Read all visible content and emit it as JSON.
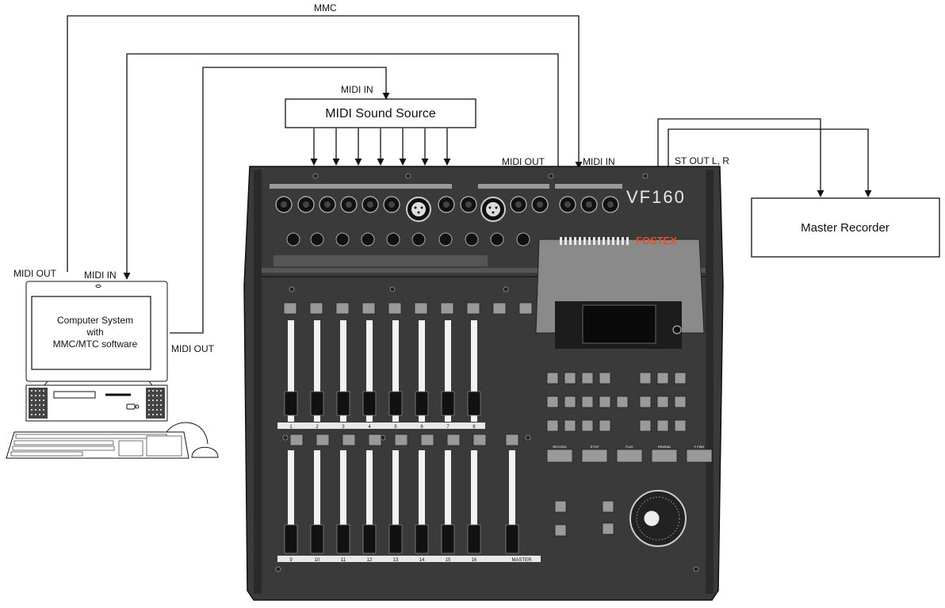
{
  "diagram": {
    "title_label": "MMC",
    "sound_source": {
      "label": "MIDI Sound Source",
      "midi_in_label": "MIDI IN"
    },
    "master_recorder": {
      "label": "Master Recorder",
      "input_label": "ST OUT L, R"
    },
    "computer": {
      "line1": "Computer System",
      "line2": "with",
      "line3": "MMC/MTC software",
      "midi_out_top_label": "MIDI OUT",
      "midi_in_label": "MIDI IN",
      "midi_out_side_label": "MIDI OUT"
    },
    "mixer": {
      "model_label": "VF160",
      "brand_label": "FOSTEX",
      "midi_out_label": "MIDI OUT",
      "midi_in_label": "MIDI IN",
      "channels_top": [
        "1",
        "2",
        "3",
        "4",
        "5",
        "6",
        "7",
        "8"
      ],
      "channels_bottom": [
        "9",
        "10",
        "11",
        "12",
        "13",
        "14",
        "15",
        "16"
      ],
      "master_label": "MASTER",
      "transport_buttons": [
        "RECORD",
        "STOP",
        "PLAY",
        "REWIND",
        "F FWD"
      ]
    }
  },
  "colors": {
    "line": "#111111",
    "panel": "#3a3a3a",
    "panel_dark": "#2a2a2a",
    "brand": "#e0502a"
  }
}
